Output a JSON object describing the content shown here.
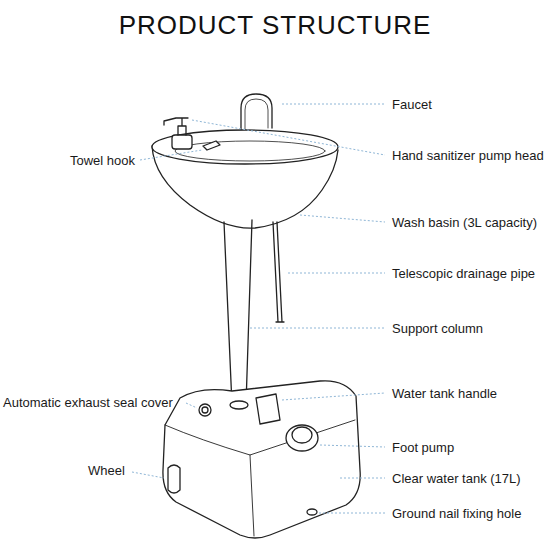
{
  "diagram": {
    "title": "PRODUCT STRUCTURE",
    "labels": [
      "Faucet",
      "Towel hook",
      "Hand sanitizer pump head",
      "Wash basin (3L capacity)",
      "Telescopic drainage pipe",
      "Support column",
      "Automatic exhaust seal cover",
      "Water tank handle",
      "Foot pump",
      "Wheel",
      "Clear water tank (17L)",
      "Ground nail fixing hole"
    ]
  }
}
